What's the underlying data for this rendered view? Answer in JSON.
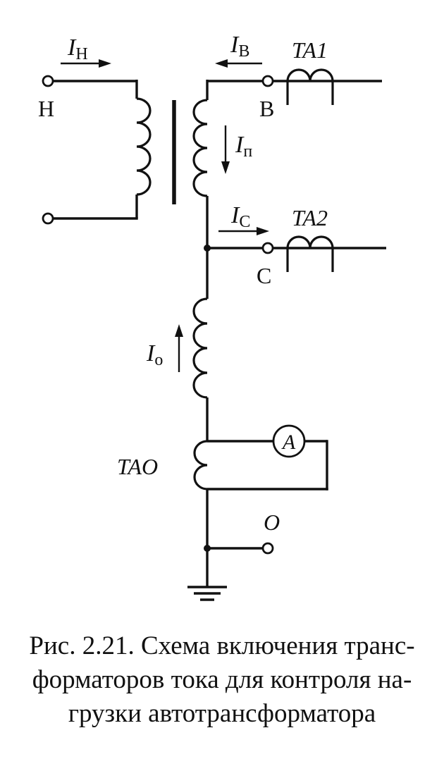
{
  "labels": {
    "current_n": "I",
    "current_n_sub": "Н",
    "current_v": "I",
    "current_v_sub": "В",
    "current_p": "I",
    "current_p_sub": "п",
    "current_c": "I",
    "current_c_sub": "С",
    "current_o": "I",
    "current_o_sub": "о",
    "terminal_n": "Н",
    "terminal_v": "В",
    "terminal_c": "С",
    "terminal_o": "O",
    "ct_ta1": "TA1",
    "ct_ta2": "TA2",
    "ct_tao": "TAO",
    "ammeter": "A"
  },
  "caption": {
    "line1": "Рис. 2.21. Схема включения транс-",
    "line2": "форматоров тока для контроля на-",
    "line3": "грузки автотрансформатора"
  }
}
